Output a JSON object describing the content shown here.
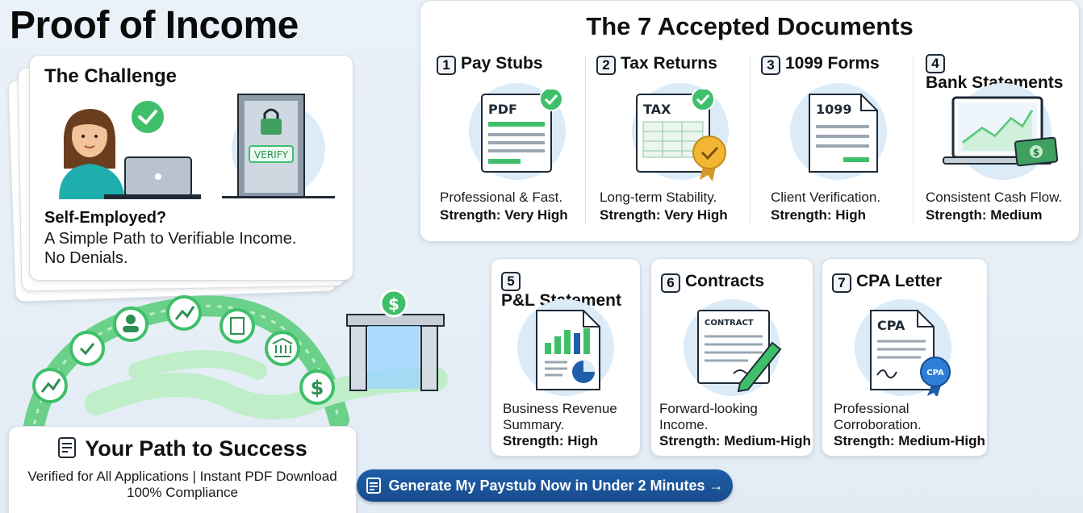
{
  "page": {
    "title": "Proof of Income"
  },
  "challenge": {
    "heading": "The Challenge",
    "verify_label": "VERIFY",
    "question": "Self-Employed?",
    "line1": "A Simple Path to Verifiable Income.",
    "line2": "No Denials."
  },
  "documents": {
    "heading": "The 7 Accepted Documents",
    "items": [
      {
        "num": "1",
        "name": "Pay Stubs",
        "icon_text": "PDF",
        "desc": "Professional & Fast.",
        "strength": "Strength: Very High"
      },
      {
        "num": "2",
        "name": "Tax Returns",
        "icon_text": "TAX",
        "desc": "Long-term Stability.",
        "strength": "Strength: Very High"
      },
      {
        "num": "3",
        "name": "1099 Forms",
        "icon_text": "1099",
        "desc": "Client Verification.",
        "strength": "Strength: High"
      },
      {
        "num": "4",
        "name": "Bank Statements",
        "icon_text": "",
        "desc": "Consistent Cash Flow.",
        "strength": "Strength: Medium"
      },
      {
        "num": "5",
        "name": "P&L Statement",
        "icon_text": "",
        "desc1": "Business Revenue",
        "desc2": "Summary.",
        "strength": "Strength: High"
      },
      {
        "num": "6",
        "name": "Contracts",
        "icon_text": "CONTRACT",
        "desc1": "Forward-looking",
        "desc2": "Income.",
        "strength": "Strength: Medium-High"
      },
      {
        "num": "7",
        "name": "CPA Letter",
        "icon_text": "CPA",
        "seal_text": "CPA",
        "desc1": "Professional",
        "desc2": "Corroboration.",
        "strength": "Strength: Medium-High"
      }
    ]
  },
  "success": {
    "heading": "Your Path to Success",
    "line1": "Verified for All Applications | Instant PDF Download",
    "line2": "100% Compliance"
  },
  "cta": {
    "label": "Generate My Paystub Now in Under 2 Minutes →"
  },
  "colors": {
    "green": "#3fbf6a",
    "blue": "#1f5ea8",
    "accent_bg": "#dcebf8"
  }
}
